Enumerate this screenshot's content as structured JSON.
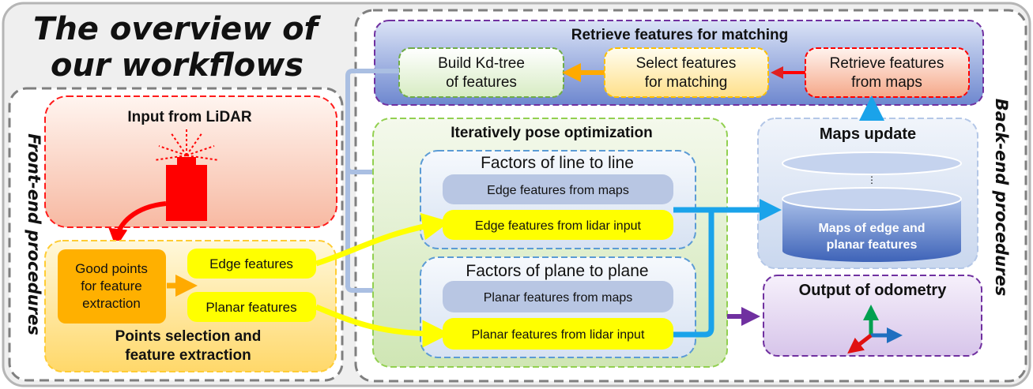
{
  "title": {
    "line1": "The overview of",
    "line2": "our workflows"
  },
  "front_end": {
    "label": "Front-end procedures",
    "lidar": {
      "title": "Input from LiDAR"
    },
    "selection": {
      "good_points": [
        "Good points",
        "for feature",
        "extraction"
      ],
      "edge": "Edge features",
      "planar": "Planar features",
      "caption": [
        "Points selection and",
        "feature extraction"
      ]
    }
  },
  "back_end": {
    "label": "Back-end procedures",
    "retrieve": {
      "title": "Retrieve features for matching",
      "kdtree": [
        "Build Kd-tree",
        "of features"
      ],
      "select": [
        "Select features",
        "for matching"
      ],
      "from_maps": [
        "Retrieve features",
        "from maps"
      ]
    },
    "optimization": {
      "title": "Iteratively pose optimization",
      "line_group": {
        "title": "Factors of line to line",
        "maps": "Edge features from maps",
        "lidar": "Edge features from lidar input"
      },
      "plane_group": {
        "title": "Factors of plane to plane",
        "maps": "Planar features from maps",
        "lidar": "Planar features from lidar input"
      }
    },
    "maps_update": {
      "title": "Maps update",
      "dots": "·\n·\n·",
      "db_label": [
        "Maps of edge and",
        "planar features"
      ]
    },
    "odometry": {
      "title": "Output of odometry"
    }
  },
  "colors": {
    "lidar_red": "#ff0000",
    "arrow_yellow": "#ffff00",
    "arrow_orange": "#ffaa00",
    "arrow_blue": "#1aa3ea",
    "arrow_light_blue": "#aabfe2",
    "arrow_purple": "#7030a0",
    "axis_green": "#00a050",
    "axis_blue": "#1f6fc0"
  }
}
